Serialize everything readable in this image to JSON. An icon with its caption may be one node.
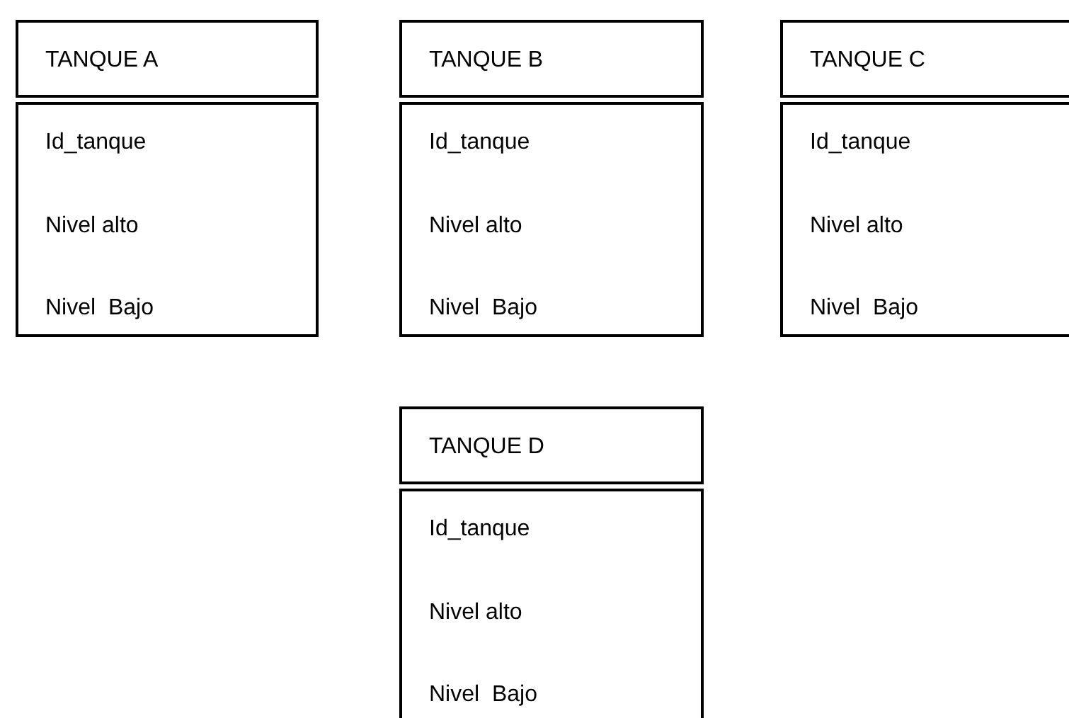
{
  "diagram": {
    "nodes": [
      {
        "text": [
          "TANQUE A"
        ]
      },
      {
        "text": [
          "Id_tanque",
          "Nivel alto",
          "Nivel  Bajo"
        ]
      },
      {
        "text": [
          "TANQUE B"
        ]
      },
      {
        "text": [
          "Id_tanque",
          "Nivel alto",
          "Nivel  Bajo"
        ]
      },
      {
        "text": [
          "TANQUE C"
        ]
      },
      {
        "text": [
          "Id_tanque",
          "Nivel alto",
          "Nivel  Bajo"
        ]
      },
      {
        "text": [
          "TANQUE D"
        ]
      },
      {
        "text": [
          "Id_tanque",
          "Nivel alto",
          "Nivel  Bajo"
        ]
      }
    ]
  }
}
